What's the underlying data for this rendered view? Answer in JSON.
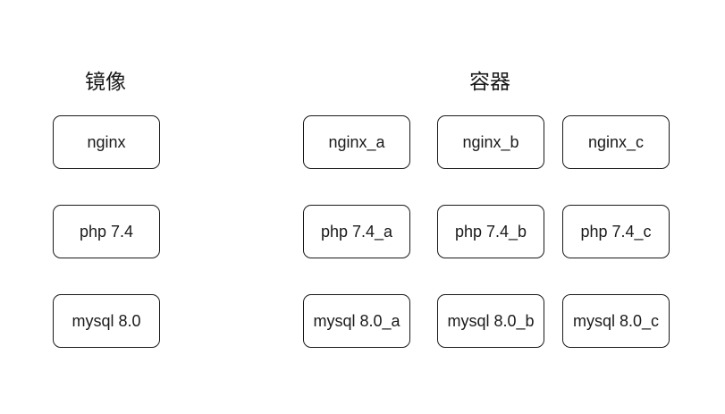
{
  "headings": {
    "images": "镜像",
    "containers": "容器"
  },
  "images": [
    "nginx",
    "php 7.4",
    "mysql 8.0"
  ],
  "containers": {
    "nginx": [
      "nginx_a",
      "nginx_b",
      "nginx_c"
    ],
    "php": [
      "php 7.4_a",
      "php 7.4_b",
      "php 7.4_c"
    ],
    "mysql": [
      "mysql 8.0_a",
      "mysql 8.0_b",
      "mysql 8.0_c"
    ]
  },
  "colors": {
    "stroke": "#1a1a1a",
    "fill": "#ffffff",
    "text": "#1a1a1a"
  }
}
